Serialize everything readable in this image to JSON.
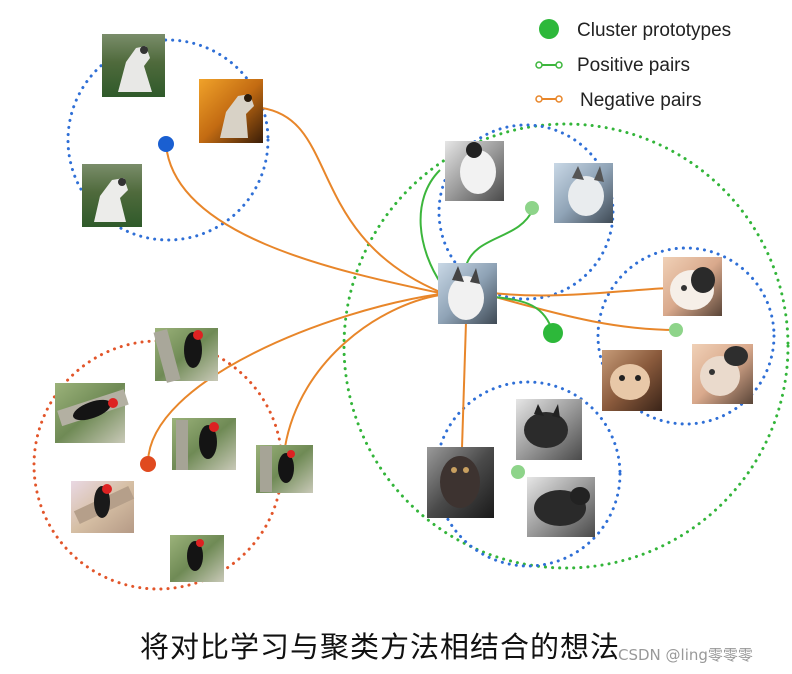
{
  "legend": {
    "prototype_label": "Cluster prototypes",
    "positive_label": "Positive pairs",
    "negative_label": "Negative pairs"
  },
  "caption": "将对比学习与聚类方法相结合的想法",
  "watermark": "CSDN @ling零零零",
  "colors": {
    "prototype_green": "#2db83a",
    "positive_line": "#3cb63c",
    "negative_line": "#e8862a",
    "dog_cluster": "#2f6fd6",
    "bird_cluster": "#e2552a",
    "cat_cluster_outer": "#33b53a",
    "cat_cluster_inner": "#2f6fd6"
  },
  "clusters": [
    {
      "name": "dog-cluster",
      "images": [
        "dog",
        "dog",
        "dog"
      ]
    },
    {
      "name": "woodpecker-cluster",
      "images": [
        "woodpecker",
        "woodpecker",
        "woodpecker",
        "woodpecker",
        "woodpecker",
        "woodpecker"
      ]
    },
    {
      "name": "cat-cluster",
      "images": [
        "cat",
        "cat",
        "cat",
        "cat",
        "cat",
        "cat",
        "cat",
        "cat",
        "cat"
      ]
    }
  ]
}
